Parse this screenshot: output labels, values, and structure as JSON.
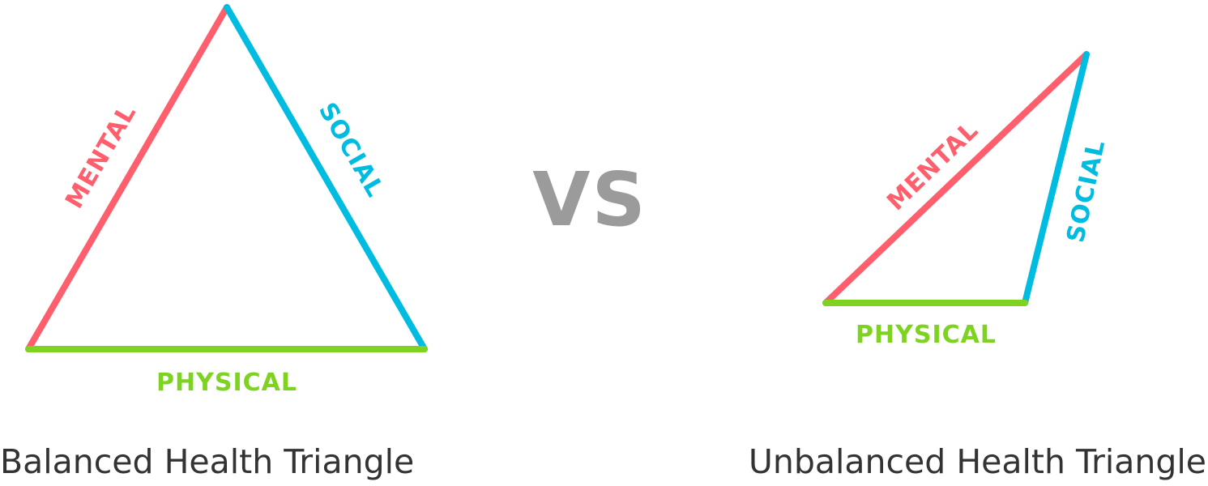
{
  "colors": {
    "mental": "#FF5E6C",
    "social": "#00BCE0",
    "physical": "#7ED321",
    "vs": "#9B9B9B",
    "caption": "#333333"
  },
  "separator": {
    "label": "VS"
  },
  "balanced": {
    "title": "Balanced Health Triangle",
    "labels": {
      "mental": "MENTAL",
      "social": "SOCIAL",
      "physical": "PHYSICAL"
    }
  },
  "unbalanced": {
    "title": "Unbalanced Health Triangle",
    "labels": {
      "mental": "MENTAL",
      "social": "SOCIAL",
      "physical": "PHYSICAL"
    }
  }
}
